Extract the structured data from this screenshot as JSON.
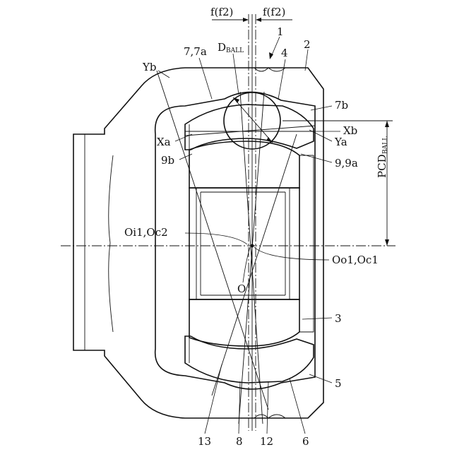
{
  "labels": {
    "f_left": "f(f2)",
    "f_right": "f(f2)",
    "n1": "1",
    "n2": "2",
    "n77a": "7,7a",
    "d_ball_main": "D",
    "d_ball_sub": "BALL",
    "n4": "4",
    "yb": "Yb",
    "n7b": "7b",
    "xb": "Xb",
    "xa": "Xa",
    "ya": "Ya",
    "n9b": "9b",
    "n99a": "9,9a",
    "pcd_main": "PCD",
    "pcd_sub": "BALL",
    "oi1oc2": "Oi1,Oc2",
    "oo1oc1": "Oo1,Oc1",
    "o": "O",
    "n3": "3",
    "n5": "5",
    "n13": "13",
    "n8": "8",
    "n12": "12",
    "n6": "6"
  },
  "colors": {
    "line": "#111111",
    "background": "#ffffff"
  }
}
